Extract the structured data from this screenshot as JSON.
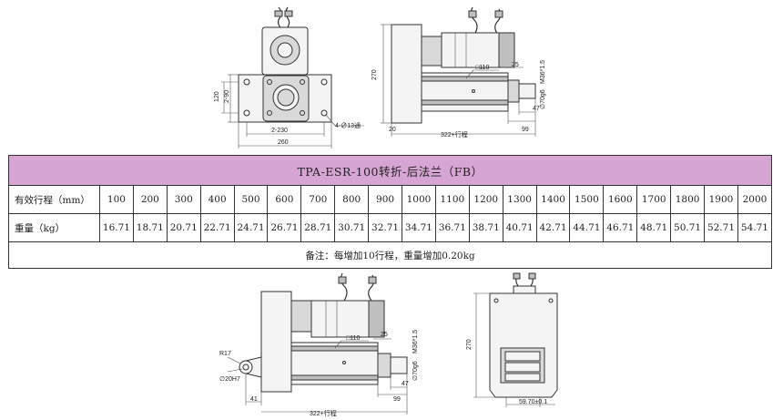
{
  "title": "TPA-ESR-100转折-后法兰（FB）",
  "row_labels": {
    "stroke": "有效行程（mm）",
    "weight": "重量（kg）"
  },
  "strokes": [
    "100",
    "200",
    "300",
    "400",
    "500",
    "600",
    "700",
    "800",
    "900",
    "1000",
    "1100",
    "1200",
    "1300",
    "1400",
    "1500",
    "1600",
    "1700",
    "1800",
    "1900",
    "2000"
  ],
  "weights": [
    "16.71",
    "18.71",
    "20.71",
    "22.71",
    "24.71",
    "26.71",
    "28.71",
    "30.71",
    "32.71",
    "34.71",
    "36.71",
    "38.71",
    "40.71",
    "42.71",
    "44.71",
    "46.71",
    "48.71",
    "50.71",
    "52.71",
    "54.71"
  ],
  "note": "备注：每增加10行程，重量增加0.20kg",
  "dims": {
    "d230": "2-230",
    "d260": "260",
    "d120": "120",
    "d90": "2-90",
    "holes": "4-∅13通",
    "d270": "270",
    "d110": "□110",
    "d25": "25",
    "m36": "M36*1.5",
    "d70": "∅70g6",
    "d20": "20",
    "d47": "47",
    "d99": "99",
    "stroke": "322+行程",
    "r17": "R17",
    "bore": "∅20H7",
    "d41": "41",
    "pin": "59.70±0.1"
  }
}
